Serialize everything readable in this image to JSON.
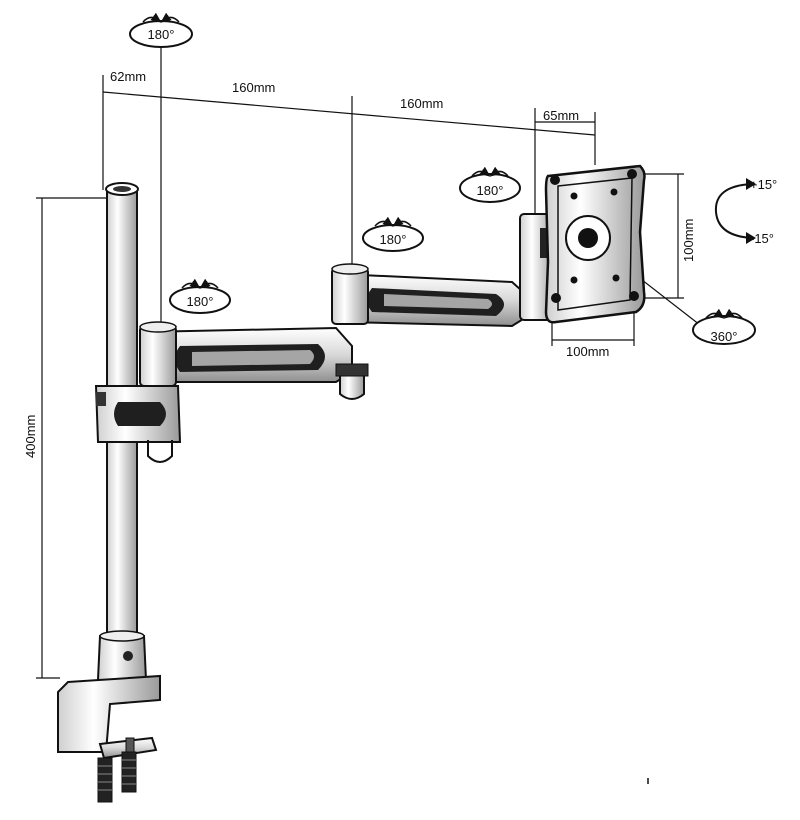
{
  "dimensions": {
    "pole_offset": "62mm",
    "arm1_length": "160mm",
    "arm2_length": "160mm",
    "tilt_head_offset": "65mm",
    "pole_height": "400mm",
    "vesa_width": "100mm",
    "vesa_height": "100mm"
  },
  "rotations": {
    "pole_top": "180°",
    "pole_joint": "180°",
    "elbow_joint": "180°",
    "head_joint": "180°",
    "plate_rotation": "360°"
  },
  "tilt": {
    "up": "+15°",
    "down": "-15°"
  }
}
